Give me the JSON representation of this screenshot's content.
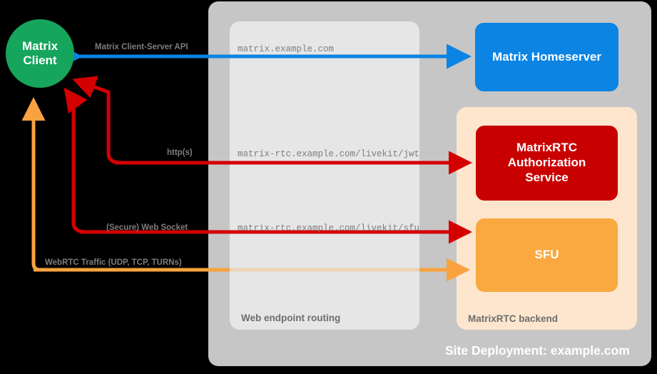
{
  "diagram": {
    "client": {
      "label": "Matrix\nClient",
      "line1": "Matrix",
      "line2": "Client",
      "color": "#16a55c"
    },
    "site_panel": {
      "caption": "Site Deployment: example.com",
      "color": "#c6c6c6"
    },
    "routing_panel": {
      "caption": "Web endpoint routing",
      "color": "#e6e6e6"
    },
    "backend_panel": {
      "caption": "MatrixRTC backend",
      "color": "#fde6cd"
    },
    "nodes": [
      {
        "id": "homeserver",
        "label": "Matrix Homeserver",
        "color": "#0b84e3"
      },
      {
        "id": "auth-service",
        "line1": "MatrixRTC",
        "line2": "Authorization",
        "line3": "Service",
        "color": "#c90000"
      },
      {
        "id": "sfu",
        "label": "SFU",
        "color": "#f9a93f"
      }
    ],
    "endpoints": [
      {
        "id": "matrix",
        "text": "matrix.example.com"
      },
      {
        "id": "jwt",
        "text": "matrix-rtc.example.com/livekit/jwt"
      },
      {
        "id": "sfu",
        "text": "matrix-rtc.example.com/livekit/sfu"
      }
    ],
    "flows": [
      {
        "id": "cs-api",
        "label": "Matrix Client-Server API",
        "color": "#0b84e3",
        "direction": "bidirectional"
      },
      {
        "id": "https",
        "label": "http(s)",
        "color": "#d40000",
        "direction": "bidirectional"
      },
      {
        "id": "websocket",
        "label": "(Secure) Web Socket",
        "color": "#d40000",
        "direction": "bidirectional"
      },
      {
        "id": "webrtc",
        "label": "WebRTC Traffic (UDP, TCP, TURNs)",
        "color": "#f9a23f",
        "direction": "bidirectional"
      }
    ]
  }
}
